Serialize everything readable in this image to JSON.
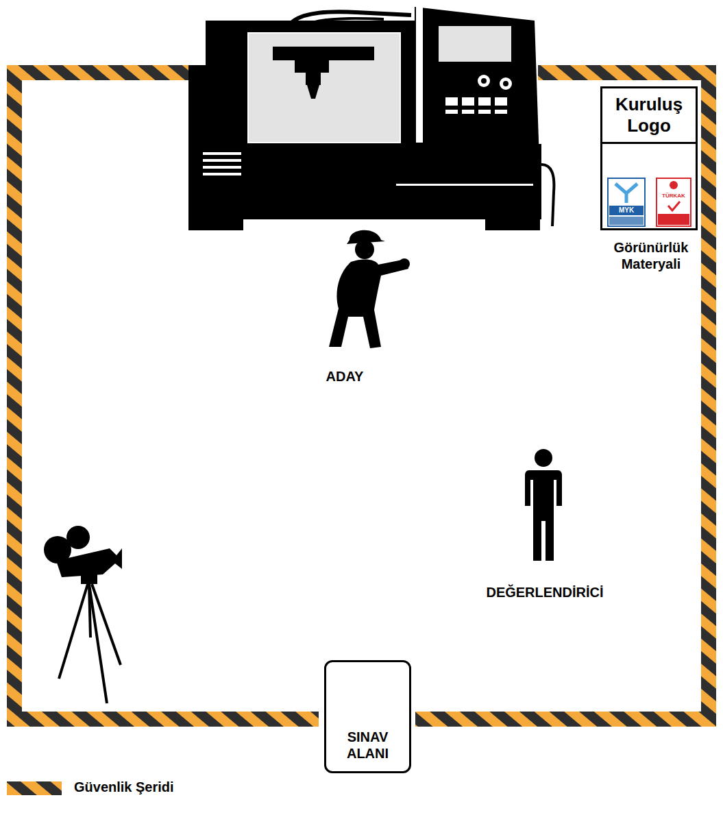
{
  "diagram": {
    "nodes": [
      {
        "text": [
          "Görünürlük Materyali"
        ]
      },
      {
        "text": [
          "Kuruluş Logo"
        ],
        "in": 0
      },
      {
        "text": [
          "SINAV ALANI"
        ]
      }
    ],
    "labels": [
      "ADAY",
      "DEĞERLENDİRİCİ",
      "MYK",
      "TÜRKAK"
    ],
    "legend": [
      {
        "text": "Güvenlik Şeridi"
      }
    ]
  }
}
